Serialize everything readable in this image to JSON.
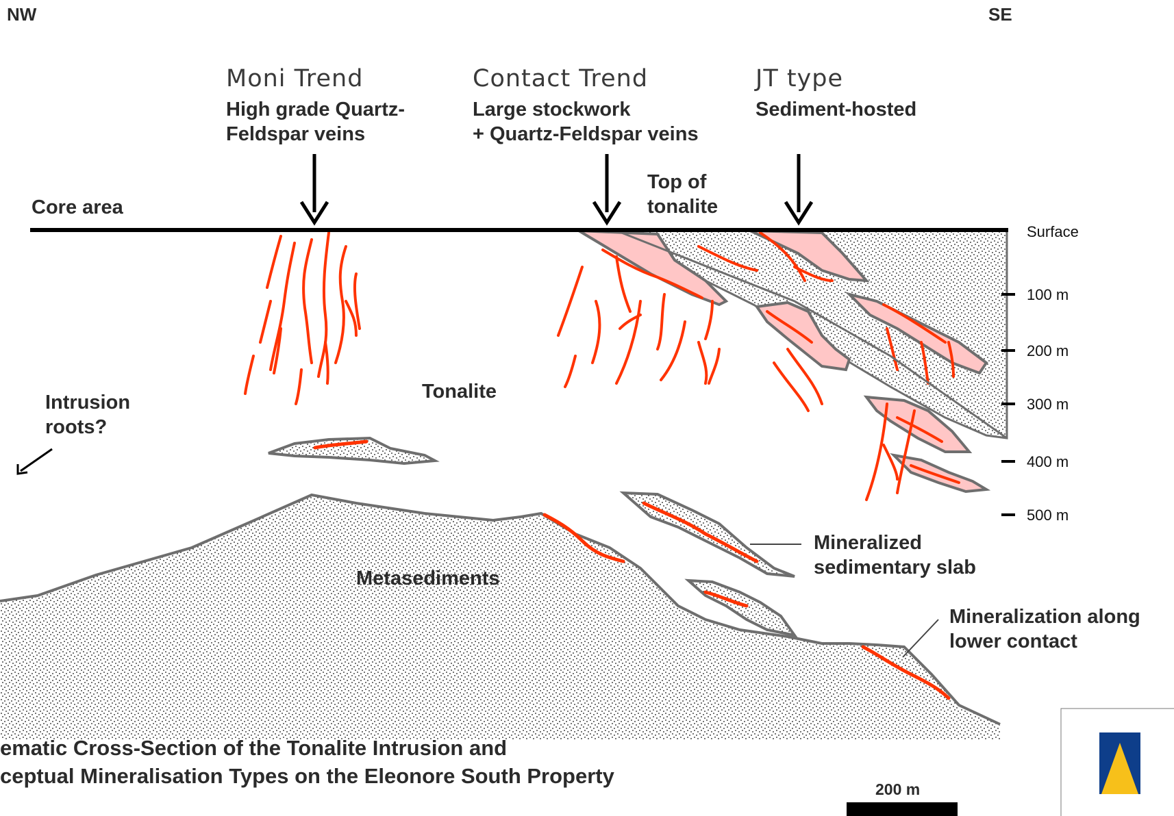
{
  "orientation": {
    "left": "NW",
    "right": "SE"
  },
  "trends": [
    {
      "name": "Moni Trend",
      "desc": [
        "High grade Quartz-",
        "Feldspar veins"
      ]
    },
    {
      "name": "Contact Trend",
      "desc": [
        "Large stockwork",
        "+ Quartz-Feldspar veins"
      ]
    },
    {
      "name": "JT type",
      "desc": [
        "Sediment-hosted"
      ]
    }
  ],
  "labels": {
    "core_area": "Core area",
    "top_of_tonalite": [
      "Top of",
      "tonalite"
    ],
    "surface": "Surface",
    "tonalite": "Tonalite",
    "intrusion_roots": [
      "Intrusion",
      "roots?"
    ],
    "metasediments": "Metasediments",
    "mineralized_slab": [
      "Mineralized",
      "sedimentary slab"
    ],
    "lower_contact": [
      "Mineralization along",
      "lower contact"
    ]
  },
  "depth_ticks": [
    "100 m",
    "200 m",
    "300 m",
    "400 m",
    "500 m"
  ],
  "title": [
    "ematic Cross-Section of the Tonalite Intrusion and",
    "ceptual Mineralisation Types on the Eleonore South Property"
  ],
  "scale_bar": "200 m",
  "colors": {
    "vein": "#ff3300",
    "slab_fill": "#ffc6c6",
    "slab_outline": "#6e6e6e",
    "surface_line": "#000000",
    "logo_blue": "#0e3e8a",
    "logo_yellow": "#f7c01a"
  }
}
